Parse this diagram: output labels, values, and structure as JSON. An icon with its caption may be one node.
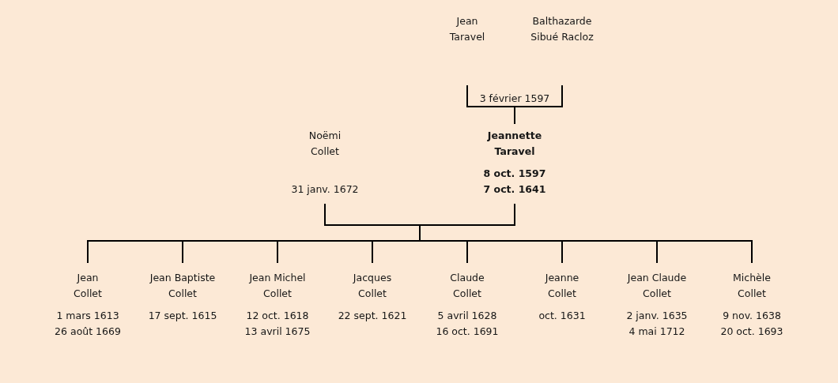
{
  "diagram": {
    "nodes": [
      {
        "text": [
          "Jean Taravel"
        ]
      },
      {
        "text": [
          "Balthazarde Sibué Racloz"
        ]
      },
      {
        "text": [
          "Noëmi Collet",
          "31 janv. 1672"
        ]
      },
      {
        "text": [
          "Jeannette Taravel",
          "8 oct. 1597 7 oct. 1641"
        ]
      },
      {
        "text": [
          "Jean Collet",
          "1 mars 1613 26 août 1669"
        ]
      },
      {
        "text": [
          "Jean Baptiste Collet",
          "17 sept. 1615"
        ]
      },
      {
        "text": [
          "Jean Michel Collet",
          "12 oct. 1618 13 avril 1675"
        ]
      },
      {
        "text": [
          "Jacques Collet",
          "22 sept. 1621"
        ]
      },
      {
        "text": [
          "Claude Collet",
          "5 avril 1628 16 oct. 1691"
        ]
      },
      {
        "text": [
          "Jeanne Collet",
          "oct. 1631"
        ]
      },
      {
        "text": [
          "Jean Claude Collet",
          "2 janv. 1635 4 mai 1712"
        ]
      },
      {
        "text": [
          "Michèle Collet",
          "9 nov. 1638 20 oct. 1693"
        ]
      }
    ],
    "edges": [
      {
        "from": 0,
        "to": 3,
        "arrow": "none",
        "label": "3 février 1597"
      },
      {
        "from": 1,
        "to": 3,
        "arrow": "none"
      },
      {
        "from": 2,
        "to": 4,
        "arrow": "none"
      },
      {
        "from": 2,
        "to": 5,
        "arrow": "none"
      },
      {
        "from": 2,
        "to": 6,
        "arrow": "none"
      },
      {
        "from": 2,
        "to": 7,
        "arrow": "none"
      },
      {
        "from": 2,
        "to": 8,
        "arrow": "none"
      },
      {
        "from": 2,
        "to": 9,
        "arrow": "none"
      },
      {
        "from": 2,
        "to": 10,
        "arrow": "none"
      },
      {
        "from": 2,
        "to": 11,
        "arrow": "none"
      },
      {
        "from": 3,
        "to": 4,
        "arrow": "none"
      },
      {
        "from": 3,
        "to": 5,
        "arrow": "none"
      },
      {
        "from": 3,
        "to": 6,
        "arrow": "none"
      },
      {
        "from": 3,
        "to": 7,
        "arrow": "none"
      },
      {
        "from": 3,
        "to": 8,
        "arrow": "none"
      },
      {
        "from": 3,
        "to": 9,
        "arrow": "none"
      },
      {
        "from": 3,
        "to": 10,
        "arrow": "none"
      },
      {
        "from": 3,
        "to": 11,
        "arrow": "none"
      }
    ]
  }
}
